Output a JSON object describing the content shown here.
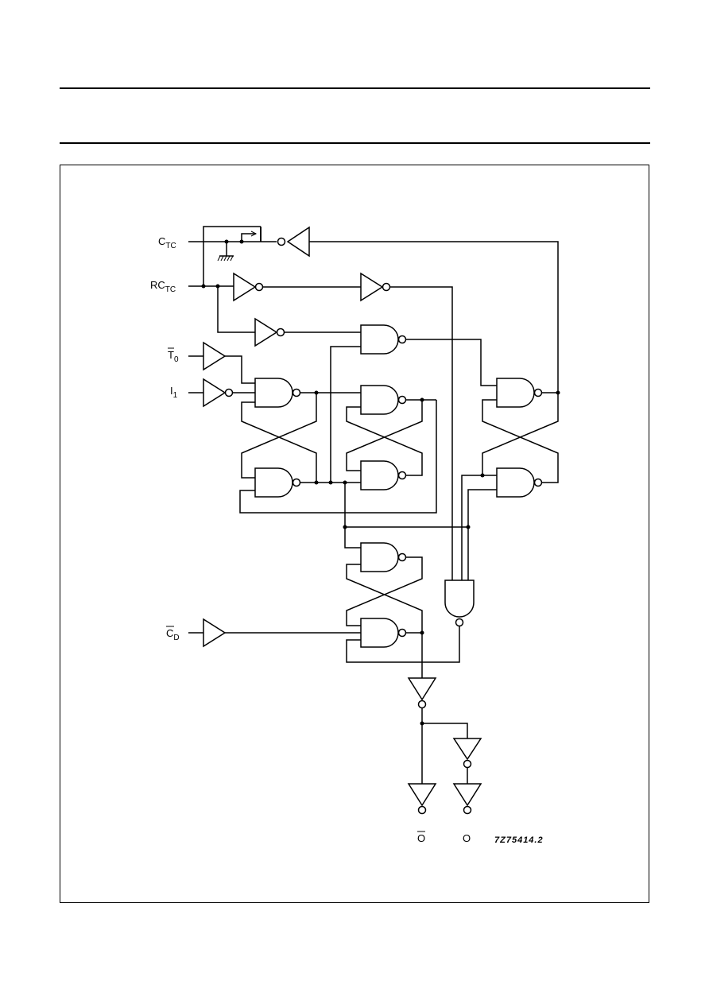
{
  "inputs": {
    "ctc": {
      "main": "C",
      "sub": "TC"
    },
    "rctc": {
      "main": "RC",
      "sub": "TC"
    },
    "t0": {
      "main": "T",
      "sub": "0"
    },
    "t1": {
      "main": "I",
      "sub": "1"
    },
    "cd": {
      "main": "C",
      "sub": "D"
    }
  },
  "outputs": {
    "q_bar": "O",
    "q": "O"
  },
  "figure_ref": "7Z75414.2"
}
